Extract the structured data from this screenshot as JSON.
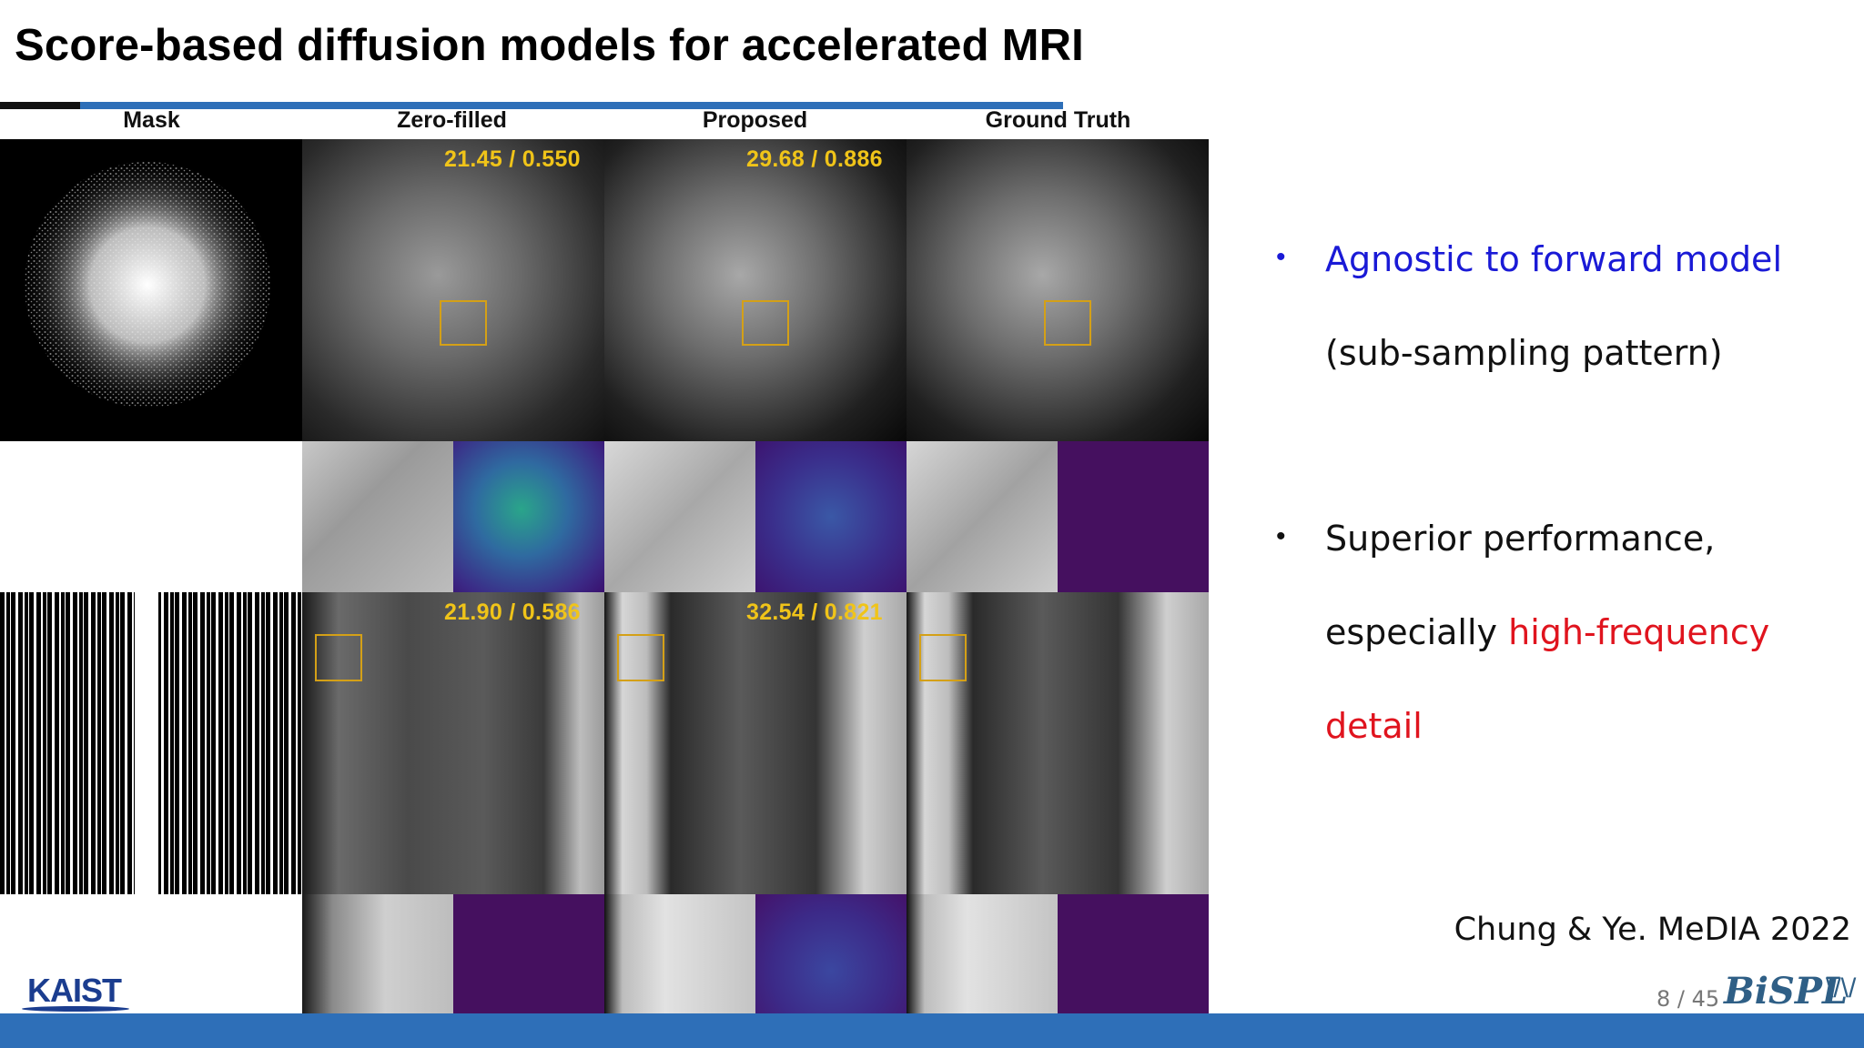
{
  "slide": {
    "title": "Score-based diffusion models for accelerated MRI"
  },
  "figure": {
    "column_headers": [
      "Mask",
      "Zero-filled",
      "Proposed",
      "Ground Truth"
    ],
    "row1_metrics": {
      "zero_filled": "21.45 / 0.550",
      "proposed": "29.68 / 0.886"
    },
    "row2_metrics": {
      "zero_filled": "21.90 / 0.586",
      "proposed": "32.54 / 0.821"
    }
  },
  "bullets": [
    {
      "lines": [
        {
          "parts": [
            {
              "text": "Agnostic to forward model",
              "color": "blue"
            }
          ]
        },
        {
          "parts": [
            {
              "text": "(sub-sampling pattern)",
              "color": "black"
            }
          ]
        }
      ]
    },
    {
      "lines": [
        {
          "parts": [
            {
              "text": "Superior performance,",
              "color": "black"
            }
          ]
        },
        {
          "parts": [
            {
              "text": "especially ",
              "color": "black"
            },
            {
              "text": "high-frequency",
              "color": "red"
            }
          ]
        },
        {
          "parts": [
            {
              "text": "detail",
              "color": "red"
            }
          ]
        }
      ]
    }
  ],
  "bullet_texts": {
    "b1_line1": "Agnostic to forward model",
    "b1_line2": "(sub-sampling pattern)",
    "b2_line1": "Superior performance,",
    "b2_line2_a": "especially ",
    "b2_line2_b": "high-frequency",
    "b2_line3": "detail",
    "dot": "•"
  },
  "citation": "Chung & Ye. MeDIA 2022",
  "page_number": "8 / 45",
  "logos": {
    "kaist": "KAIST",
    "bispl": "BiSPL",
    "bispl_mark": "\\/\\/"
  },
  "colors": {
    "accent_blue": "#2e6fb8",
    "bullet_blue": "#1a1ad6",
    "highlight_red": "#e0141e",
    "metric_yellow": "#f0c419"
  }
}
